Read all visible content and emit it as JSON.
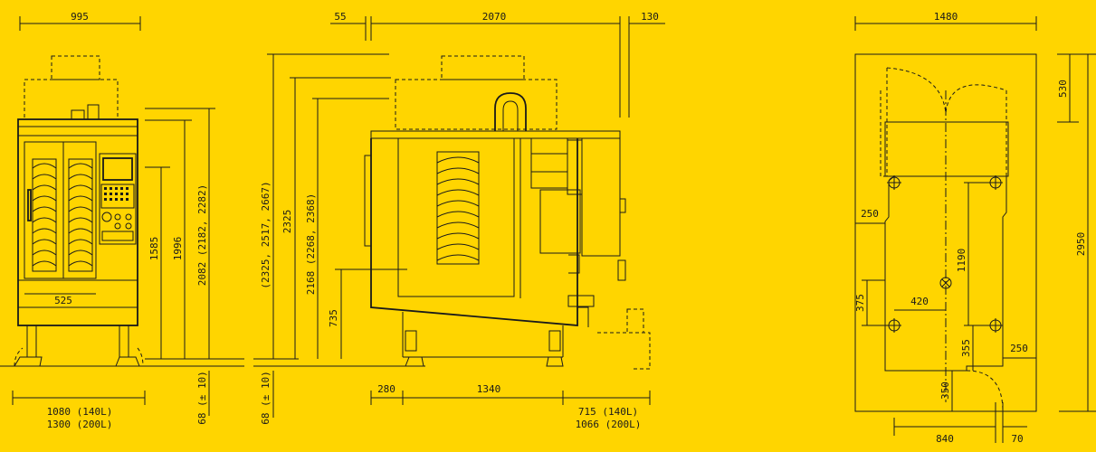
{
  "front_view": {
    "width_top": "995",
    "height_1585": "1585",
    "height_1996": "1996",
    "height_2082": "2082 (2182, 2282)",
    "width_525": "525",
    "foot_68": "68 (± 10)",
    "width_bottom_140": "1080 (140L)",
    "width_bottom_200": "1300 (200L)"
  },
  "side_view": {
    "top_55": "55",
    "top_2070": "2070",
    "top_130": "130",
    "height_2325_alt": "(2325, 2517, 2667)",
    "height_2325": "2325",
    "height_2168": "2168 (2268, 2368)",
    "height_735": "735",
    "foot_68": "68 (± 10)",
    "bottom_280": "280",
    "bottom_1340": "1340",
    "bottom_715": "715 (140L)",
    "bottom_1066": "1066 (200L)"
  },
  "plan_view": {
    "width_1480": "1480",
    "height_530": "530",
    "height_2950": "2950",
    "left_250": "250",
    "dim_1190": "1190",
    "dim_420": "420",
    "dim_375": "375",
    "dim_355": "355",
    "right_250": "250",
    "dim_350": "350",
    "bottom_840": "840",
    "bottom_70": "70"
  }
}
